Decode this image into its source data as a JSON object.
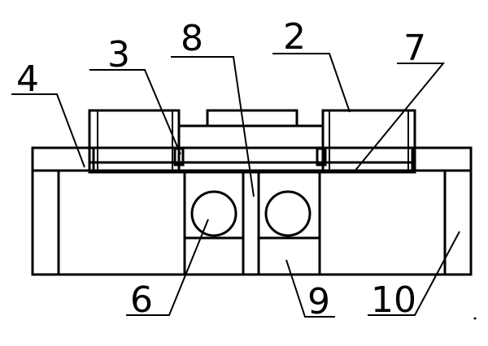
{
  "labels": {
    "l2": "2",
    "l3": "3",
    "l4": "4",
    "l6": "6",
    "l7": "7",
    "l8": "8",
    "l9": "9",
    "l10": "10"
  },
  "colors": {
    "line": "#000000",
    "background": "#ffffff"
  }
}
